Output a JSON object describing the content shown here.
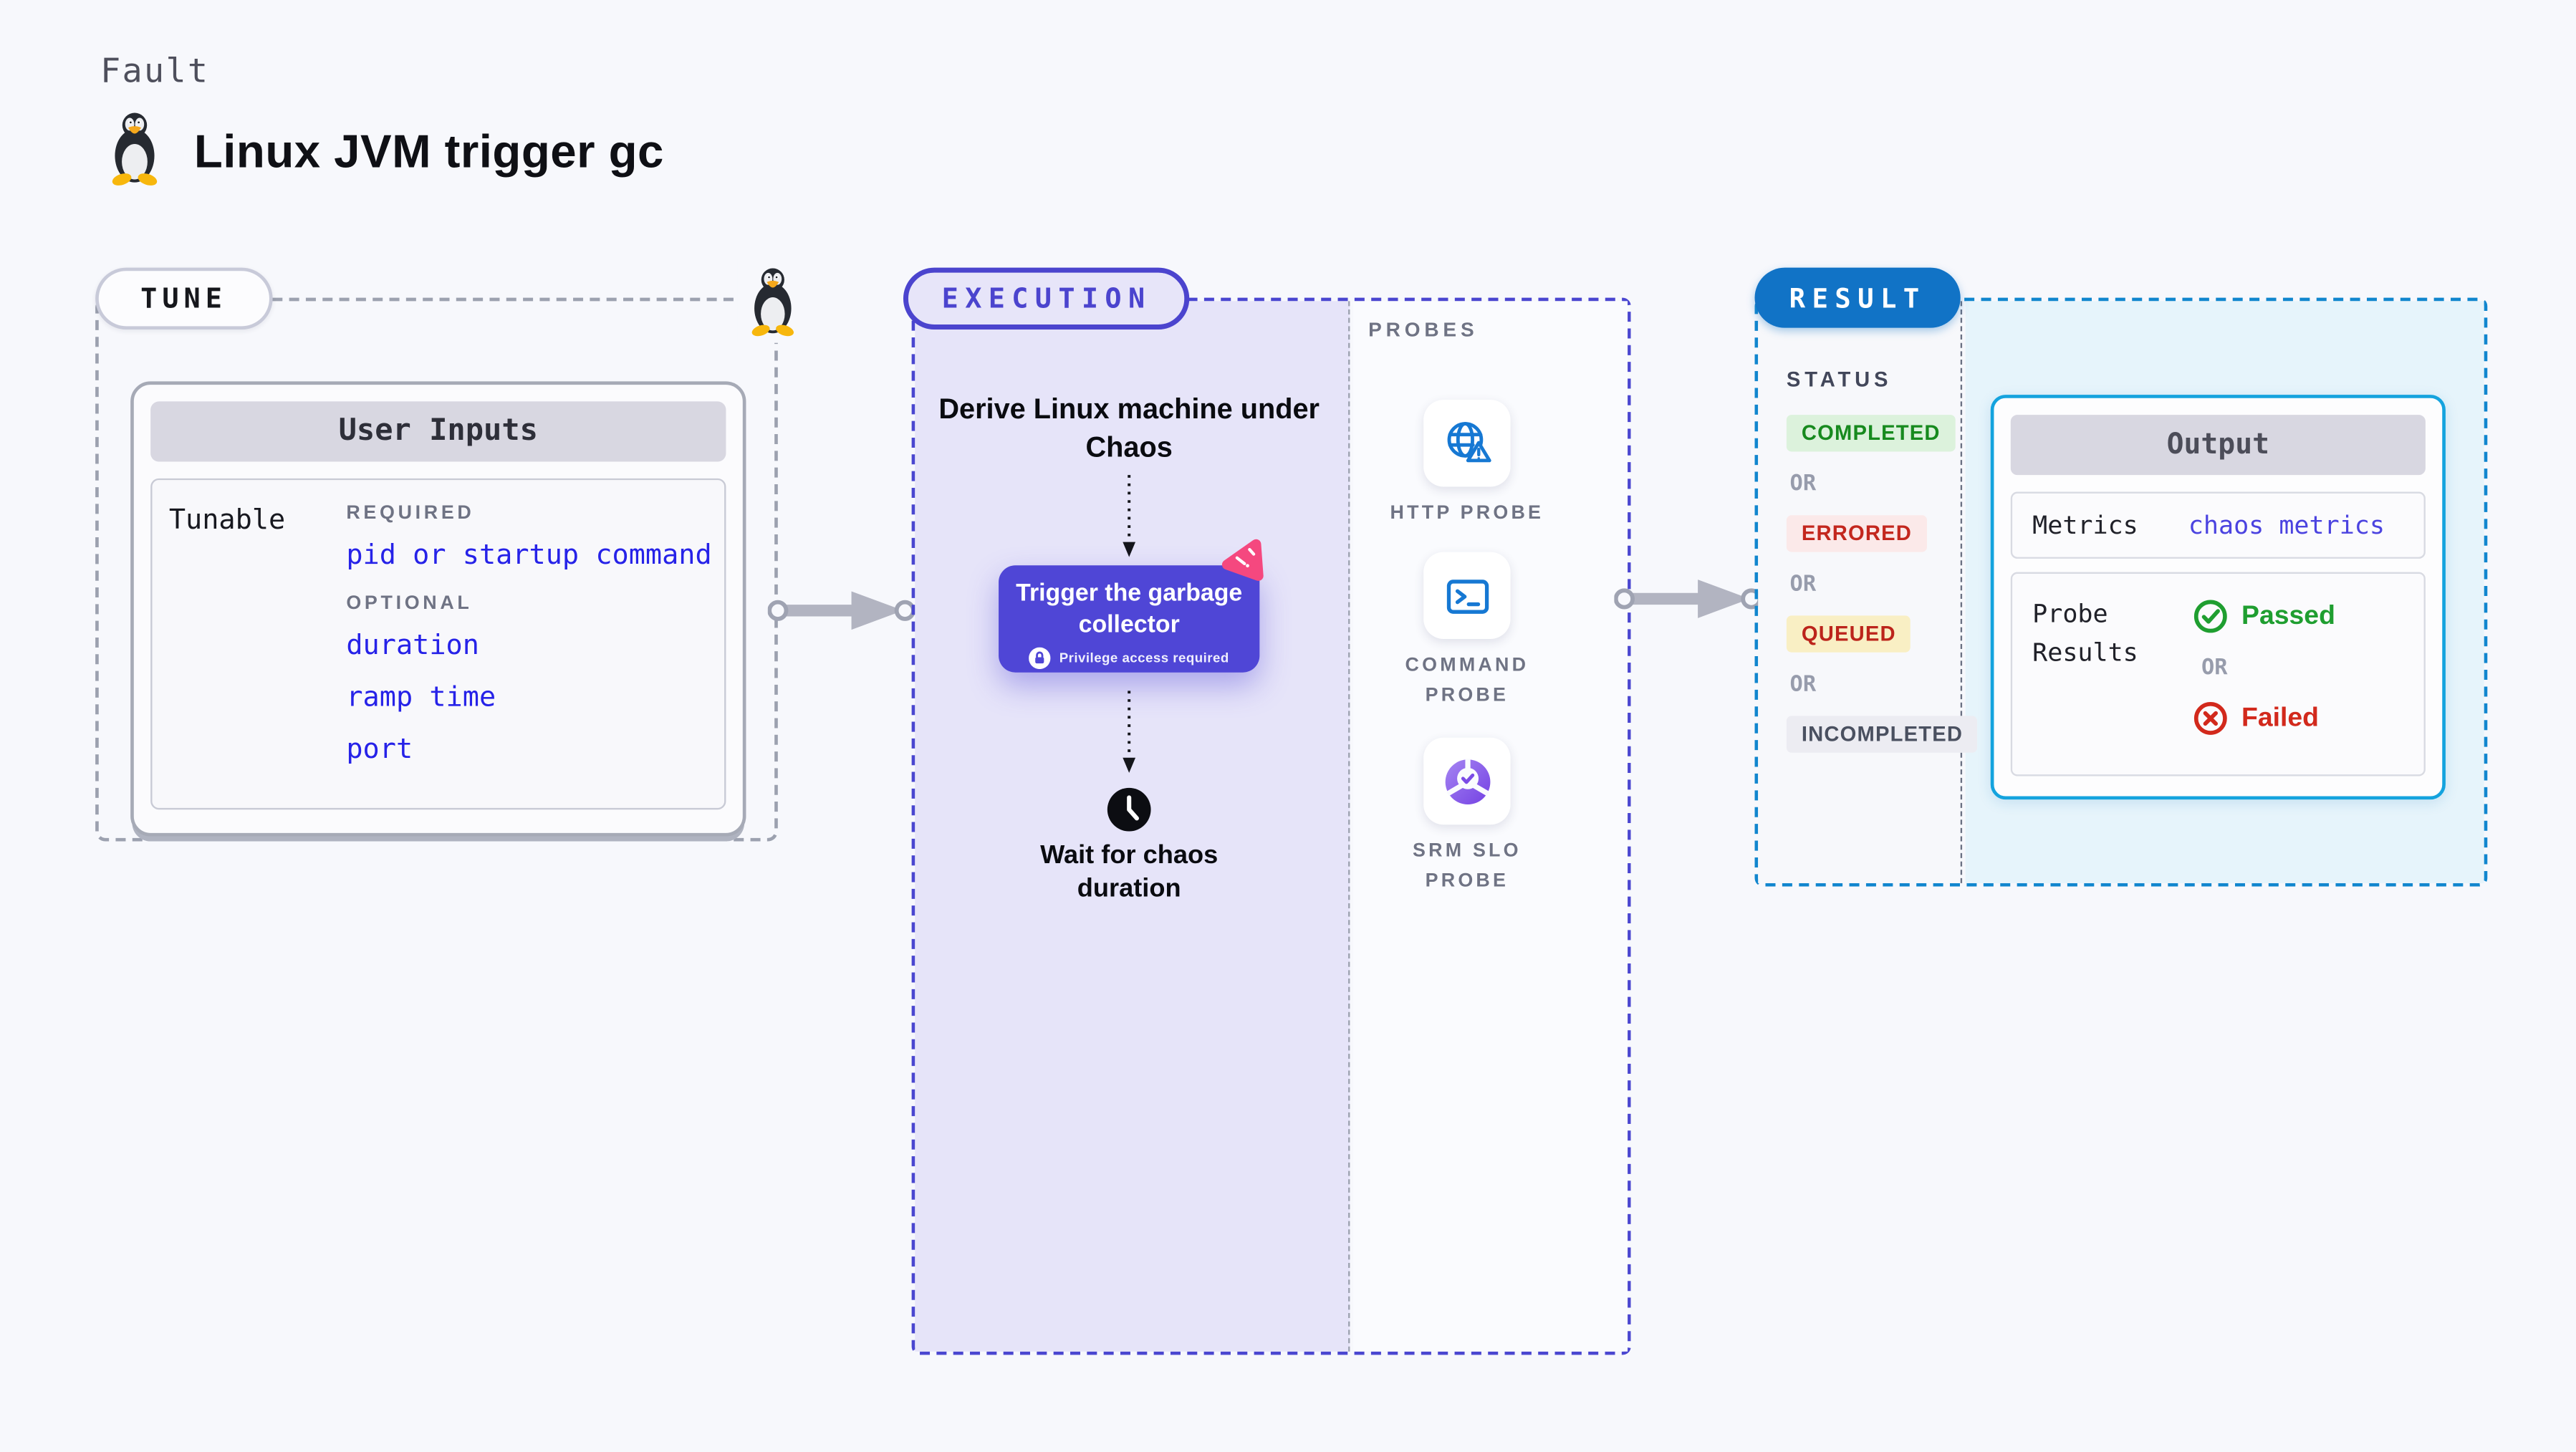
{
  "header": {
    "eyebrow": "Fault",
    "title": "Linux JVM trigger gc",
    "icon": "tux-penguin-icon"
  },
  "tune": {
    "label": "TUNE",
    "corner_icon": "tux-penguin-icon",
    "user_inputs": {
      "title": "User Inputs",
      "row_label": "Tunable",
      "groups": [
        {
          "label": "REQUIRED",
          "items": [
            "pid or startup command"
          ]
        },
        {
          "label": "OPTIONAL",
          "items": [
            "duration",
            "ramp time",
            "port"
          ]
        }
      ]
    }
  },
  "execution": {
    "label": "EXECUTION",
    "steps": {
      "derive": "Derive Linux machine under Chaos",
      "wait": "Wait for chaos duration"
    },
    "trigger": {
      "title": "Trigger the garbage collector",
      "note": "Privilege access required",
      "icons": [
        "lock-icon",
        "pink-chaos-icon"
      ]
    },
    "probes": {
      "label": "PROBES",
      "items": [
        {
          "name": "HTTP PROBE",
          "icon": "globe-alert-icon"
        },
        {
          "name": "COMMAND PROBE",
          "icon": "terminal-icon"
        },
        {
          "name": "SRM SLO PROBE",
          "icon": "slo-pie-check-icon"
        }
      ]
    }
  },
  "result": {
    "label": "RESULT",
    "status": {
      "heading": "STATUS",
      "or": "OR",
      "badges": [
        {
          "text": "COMPLETED",
          "bg": "#DCF2DC",
          "color": "#178A1E"
        },
        {
          "text": "ERRORED",
          "bg": "#FBE9E9",
          "color": "#C3271E"
        },
        {
          "text": "QUEUED",
          "bg": "#F9EFC4",
          "color": "#BC241B"
        },
        {
          "text": "INCOMPLETED",
          "bg": "#ECECF2",
          "color": "#4A5060"
        }
      ]
    },
    "output": {
      "title": "Output",
      "metrics": {
        "label": "Metrics",
        "value": "chaos metrics"
      },
      "probe_results": {
        "label": "Probe Results",
        "passed": "Passed",
        "or": "OR",
        "failed": "Failed",
        "passed_icon": "check-circle-icon",
        "failed_icon": "x-circle-icon"
      }
    }
  },
  "colors": {
    "page_bg": "#F7F8FC",
    "tune_dash": "#9CA1AF",
    "execution_accent": "#4B44CE",
    "execution_fill": "#E6E4F9",
    "trigger_button": "#4F46D6",
    "probe_icon_blue": "#1678D3",
    "srm_purple_gradient": [
      "#A585F2",
      "#7441E3"
    ],
    "result_dash": "#1186CE",
    "result_pill": "#1173C6",
    "result_fill": "#E6F4FB",
    "output_border": "#14A3DE",
    "param_blue": "#2622E8",
    "passed_green": "#1F9E30",
    "failed_red": "#D2291C",
    "pink_accent": "#F5487F"
  }
}
